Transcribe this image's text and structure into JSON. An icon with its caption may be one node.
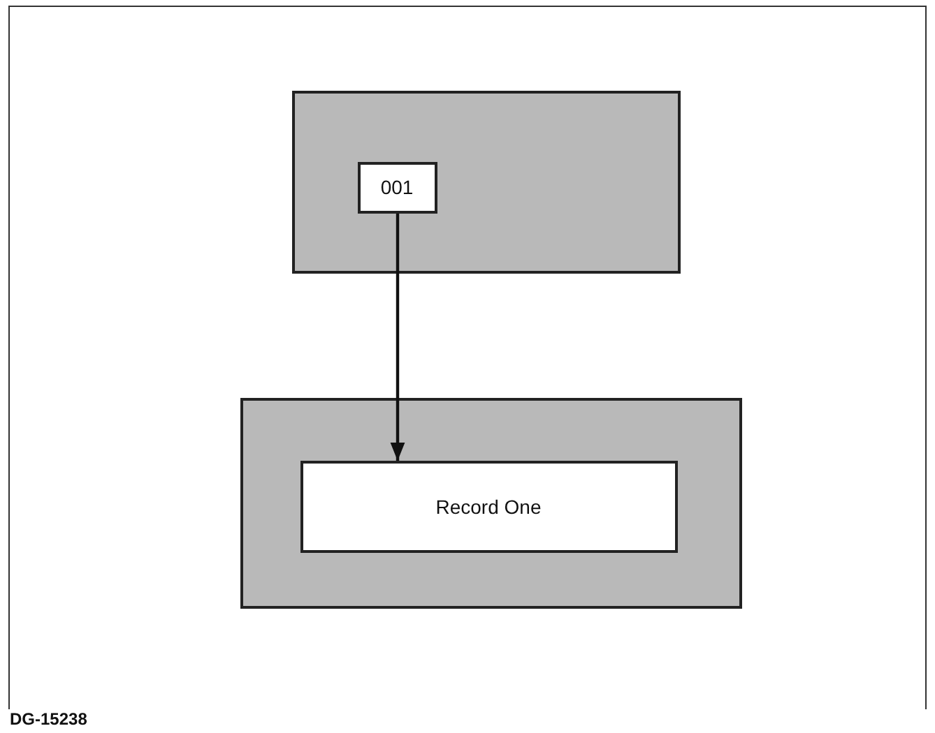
{
  "diagram": {
    "nodes": [
      {
        "text": [],
        "shape": "box"
      },
      {
        "text": [
          "001"
        ],
        "in": 0
      },
      {
        "text": [],
        "shape": "box"
      },
      {
        "text": [
          "Record One"
        ],
        "in": 2
      }
    ],
    "edges": [
      {
        "from": 1,
        "to": 3,
        "arrow": "to"
      }
    ],
    "labels": [
      "DG-15238"
    ]
  }
}
